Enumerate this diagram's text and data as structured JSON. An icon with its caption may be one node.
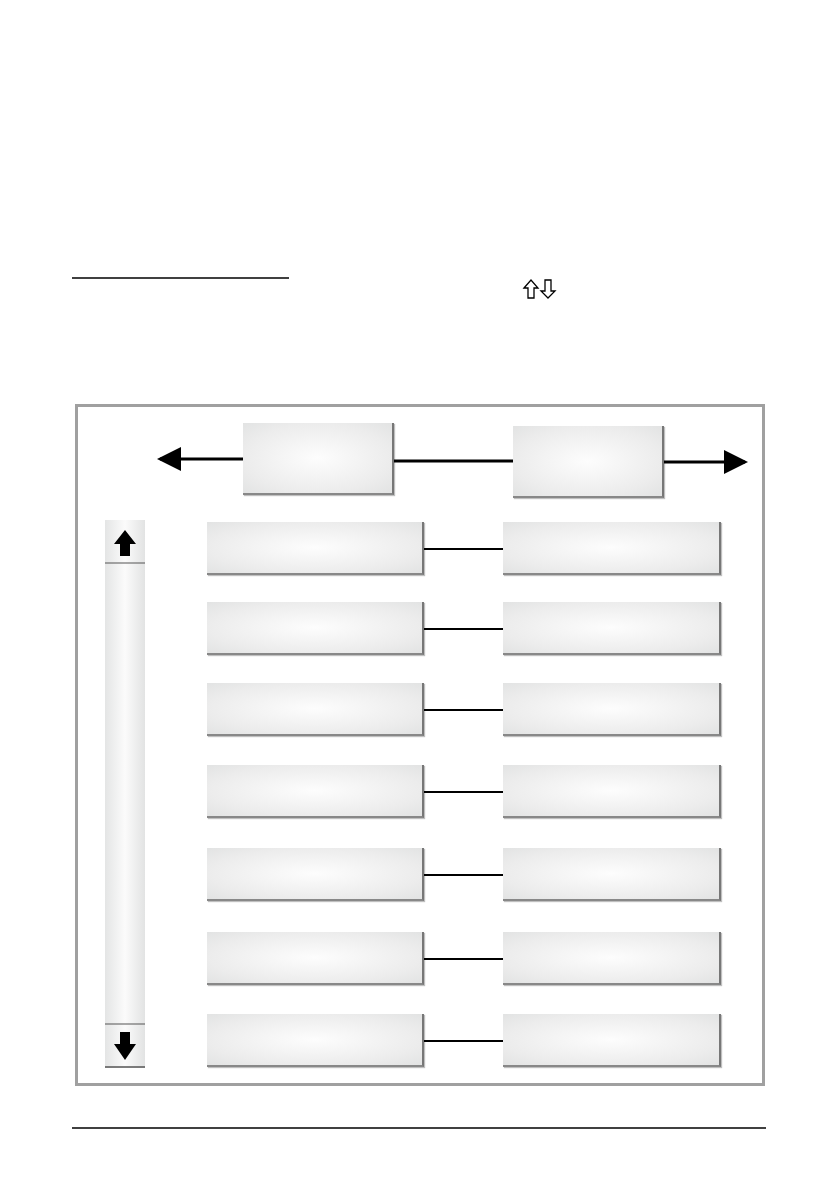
{
  "diagram": {
    "nodes": [
      {
        "text": [],
        "shape": "box"
      },
      {
        "text": [],
        "shape": "box",
        "in": 0
      },
      {
        "text": [],
        "shape": "box",
        "in": 0
      },
      {
        "text": [],
        "shape": "box",
        "in": 0
      },
      {
        "text": [],
        "shape": "box",
        "in": 0
      },
      {
        "text": [],
        "shape": "box",
        "in": 0
      },
      {
        "text": [],
        "shape": "box",
        "in": 0
      },
      {
        "text": [],
        "shape": "box",
        "in": 0
      },
      {
        "text": [],
        "shape": "box",
        "in": 0
      },
      {
        "text": [],
        "shape": "box",
        "in": 0
      },
      {
        "text": [],
        "shape": "box",
        "in": 0
      },
      {
        "text": [],
        "shape": "box",
        "in": 0
      },
      {
        "text": [],
        "shape": "box",
        "in": 0
      },
      {
        "text": [],
        "shape": "box",
        "in": 0
      },
      {
        "text": [],
        "shape": "box",
        "in": 0
      },
      {
        "text": [],
        "shape": "box",
        "in": 0
      },
      {
        "text": [],
        "shape": "box",
        "in": 0
      }
    ],
    "edges": [
      {
        "from": 1,
        "to": null,
        "arrow": "to"
      },
      {
        "from": 1,
        "to": 2,
        "arrow": "none"
      },
      {
        "from": 2,
        "to": null,
        "arrow": "to"
      },
      {
        "from": 3,
        "to": 4,
        "arrow": "none"
      },
      {
        "from": 5,
        "to": 6,
        "arrow": "none"
      },
      {
        "from": 7,
        "to": 8,
        "arrow": "none"
      },
      {
        "from": 9,
        "to": 10,
        "arrow": "none"
      },
      {
        "from": 11,
        "to": 12,
        "arrow": "none"
      },
      {
        "from": 13,
        "to": 14,
        "arrow": "none"
      },
      {
        "from": 15,
        "to": 16,
        "arrow": "none"
      }
    ]
  }
}
